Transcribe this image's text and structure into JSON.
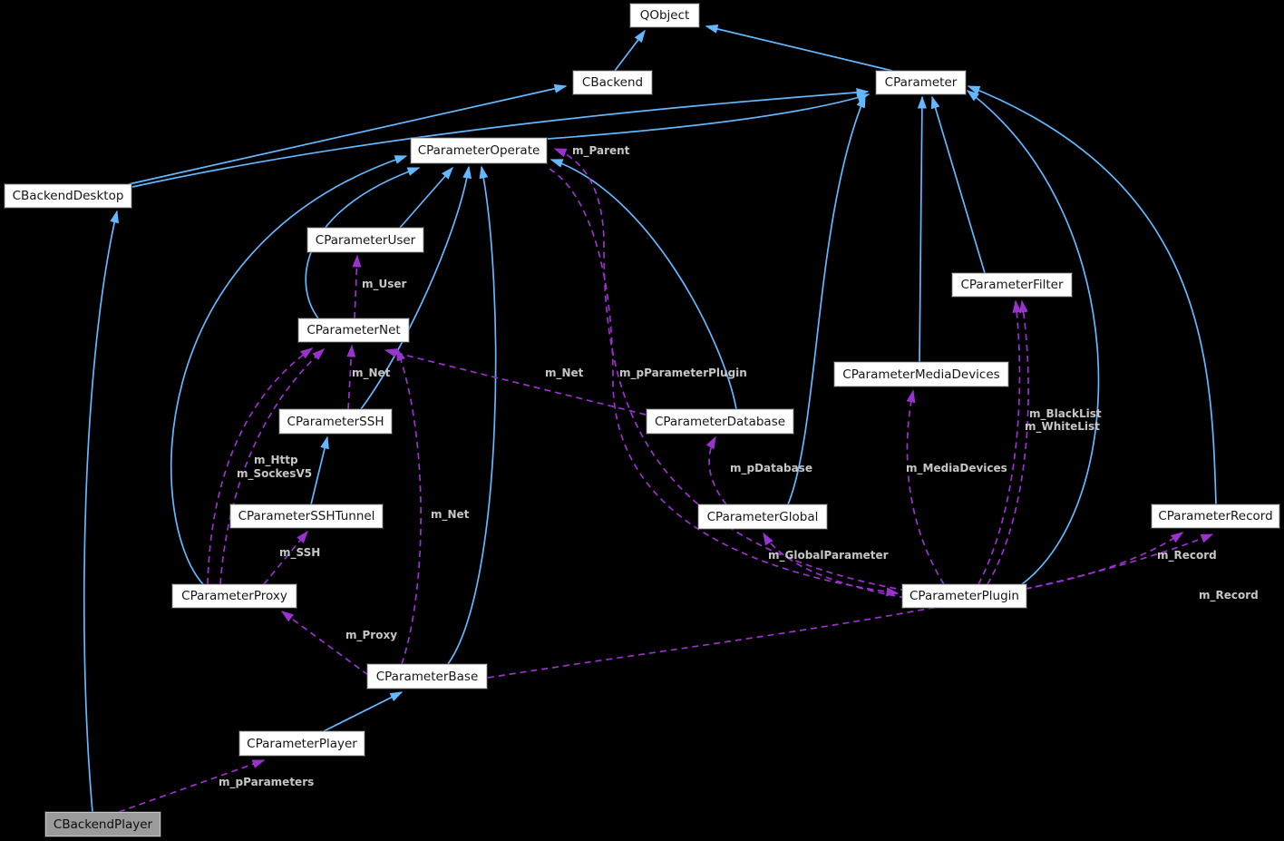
{
  "diagram": {
    "type": "class-collaboration-graph",
    "colors": {
      "background": "#000000",
      "inheritance_edge": "#63b8ff",
      "usage_edge": "#9a32cd",
      "node_fill": "#ffffff",
      "node_border": "#c9c9c9",
      "selected_node_fill": "#9b9b9b",
      "edge_label_text": "#c6c6c6",
      "node_text": "#161616"
    },
    "nodes": [
      {
        "label": "QObject"
      },
      {
        "label": "CBackend"
      },
      {
        "label": "CParameter"
      },
      {
        "label": "CParameterOperate"
      },
      {
        "label": "CBackendDesktop"
      },
      {
        "label": "CParameterUser"
      },
      {
        "label": "CParameterFilter"
      },
      {
        "label": "CParameterNet"
      },
      {
        "label": "CParameterMediaDevices"
      },
      {
        "label": "CParameterSSH"
      },
      {
        "label": "CParameterDatabase"
      },
      {
        "label": "CParameterSSHTunnel"
      },
      {
        "label": "CParameterGlobal"
      },
      {
        "label": "CParameterRecord"
      },
      {
        "label": "CParameterProxy"
      },
      {
        "label": "CParameterPlugin"
      },
      {
        "label": "CParameterBase"
      },
      {
        "label": "CParameterPlayer"
      },
      {
        "label": "CBackendPlayer",
        "selected": true
      }
    ],
    "edge_labels": [
      {
        "text": "m_Parent"
      },
      {
        "text": "m_User"
      },
      {
        "text": "m_Net"
      },
      {
        "text": "m_Net"
      },
      {
        "text": "m_pParameterPlugin"
      },
      {
        "text": "m_Http"
      },
      {
        "text": "m_SockesV5"
      },
      {
        "text": "m_BlackList"
      },
      {
        "text": "m_WhiteList"
      },
      {
        "text": "m_pDatabase"
      },
      {
        "text": "m_MediaDevices"
      },
      {
        "text": "m_Net"
      },
      {
        "text": "m_SSH"
      },
      {
        "text": "m_GlobalParameter"
      },
      {
        "text": "m_Record"
      },
      {
        "text": "m_Record"
      },
      {
        "text": "m_Proxy"
      },
      {
        "text": "m_pParameters"
      }
    ],
    "edges": [
      {
        "from": "CBackend",
        "to": "QObject",
        "type": "inheritance"
      },
      {
        "from": "CParameter",
        "to": "QObject",
        "type": "inheritance"
      },
      {
        "from": "CBackendDesktop",
        "to": "CBackend",
        "type": "inheritance"
      },
      {
        "from": "CBackendDesktop",
        "to": "CParameter",
        "type": "inheritance"
      },
      {
        "from": "CBackendPlayer",
        "to": "CBackendDesktop",
        "type": "inheritance"
      },
      {
        "from": "CParameterOperate",
        "to": "CParameter",
        "type": "inheritance"
      },
      {
        "from": "CParameterUser",
        "to": "CParameterOperate",
        "type": "inheritance"
      },
      {
        "from": "CParameterNet",
        "to": "CParameterOperate",
        "type": "inheritance"
      },
      {
        "from": "CParameterSSH",
        "to": "CParameterOperate",
        "type": "inheritance"
      },
      {
        "from": "CParameterBase",
        "to": "CParameterOperate",
        "type": "inheritance"
      },
      {
        "from": "CParameterProxy",
        "to": "CParameterOperate",
        "type": "inheritance"
      },
      {
        "from": "CParameterDatabase",
        "to": "CParameterOperate",
        "type": "inheritance"
      },
      {
        "from": "CParameterSSHTunnel",
        "to": "CParameterSSH",
        "type": "inheritance"
      },
      {
        "from": "CParameterGlobal",
        "to": "CParameter",
        "type": "inheritance"
      },
      {
        "from": "CParameterMediaDevices",
        "to": "CParameter",
        "type": "inheritance"
      },
      {
        "from": "CParameterFilter",
        "to": "CParameter",
        "type": "inheritance"
      },
      {
        "from": "CParameterRecord",
        "to": "CParameter",
        "type": "inheritance"
      },
      {
        "from": "CParameterPlugin",
        "to": "CParameter",
        "type": "inheritance"
      },
      {
        "from": "CParameterPlayer",
        "to": "CParameterBase",
        "type": "inheritance"
      },
      {
        "from": "CParameterNet",
        "to": "CParameterUser",
        "type": "usage",
        "label": "m_User"
      },
      {
        "from": "CParameterSSH",
        "to": "CParameterNet",
        "type": "usage",
        "label": "m_Net"
      },
      {
        "from": "CParameterDatabase",
        "to": "CParameterNet",
        "type": "usage",
        "label": "m_Net"
      },
      {
        "from": "CParameterBase",
        "to": "CParameterNet",
        "type": "usage",
        "label": "m_Net"
      },
      {
        "from": "CParameterProxy",
        "to": "CParameterNet",
        "type": "usage",
        "label": "m_Http"
      },
      {
        "from": "CParameterProxy",
        "to": "CParameterNet",
        "type": "usage",
        "label": "m_SockesV5"
      },
      {
        "from": "CParameterProxy",
        "to": "CParameterSSHTunnel",
        "type": "usage",
        "label": "m_SSH"
      },
      {
        "from": "CParameterBase",
        "to": "CParameterProxy",
        "type": "usage",
        "label": "m_Proxy"
      },
      {
        "from": "CBackendPlayer",
        "to": "CParameterPlayer",
        "type": "usage",
        "label": "m_pParameters"
      },
      {
        "from": "CParameterPlugin",
        "to": "CParameterOperate",
        "type": "usage",
        "label": "m_Parent"
      },
      {
        "from": "CParameterOperate",
        "to": "CParameterPlugin",
        "type": "usage",
        "label": "m_pParameterPlugin"
      },
      {
        "from": "CParameterPlugin",
        "to": "CParameterGlobal",
        "type": "usage",
        "label": "m_GlobalParameter"
      },
      {
        "from": "CParameterPlugin",
        "to": "CParameterMediaDevices",
        "type": "usage",
        "label": "m_MediaDevices"
      },
      {
        "from": "CParameterPlugin",
        "to": "CParameterFilter",
        "type": "usage",
        "label": "m_BlackList"
      },
      {
        "from": "CParameterPlugin",
        "to": "CParameterFilter",
        "type": "usage",
        "label": "m_WhiteList"
      },
      {
        "from": "CParameterPlugin",
        "to": "CParameterRecord",
        "type": "usage",
        "label": "m_Record"
      },
      {
        "from": "CParameterBase",
        "to": "CParameterRecord",
        "type": "usage",
        "label": "m_Record"
      },
      {
        "from": "CParameterGlobal",
        "to": "CParameterDatabase",
        "type": "usage",
        "label": "m_pDatabase"
      }
    ]
  }
}
